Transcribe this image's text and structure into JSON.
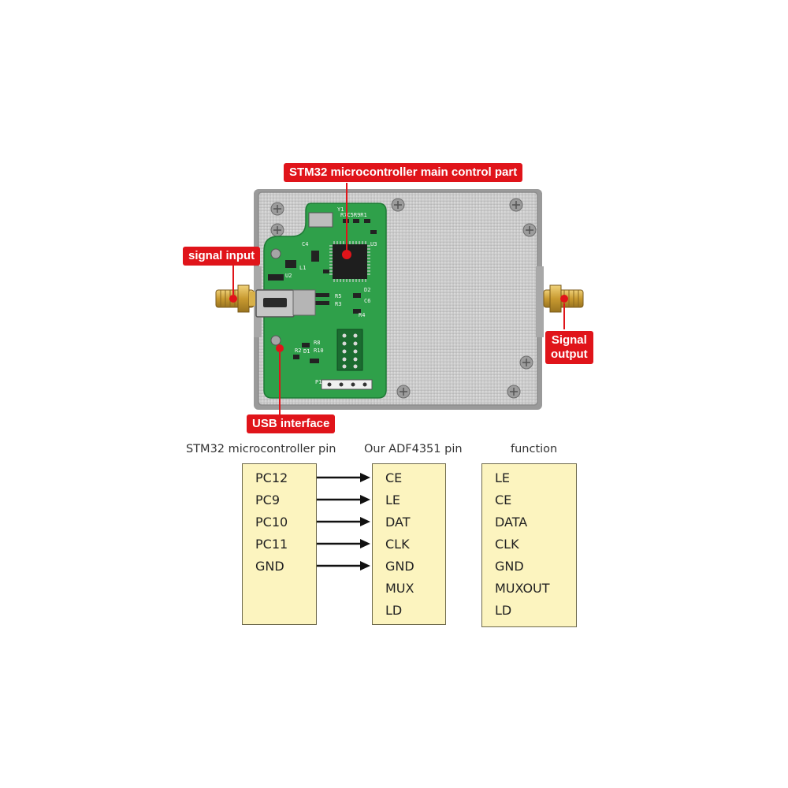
{
  "callouts": {
    "main_control": "STM32 microcontroller main control part",
    "signal_input": "signal input",
    "signal_output_line1": "Signal",
    "signal_output_line2": "output",
    "usb_interface": "USB interface"
  },
  "board_silkscreen": [
    "Y1",
    "R7C5R9R1",
    "U3",
    "C4",
    "U2",
    "L1",
    "D2",
    "R5",
    "R3",
    "R4",
    "C6",
    "R8",
    "R2",
    "R10",
    "D1",
    "P1"
  ],
  "pin_map": {
    "headers": {
      "stm32": "STM32 microcontroller pin",
      "adf": "Our ADF4351 pin",
      "function": "function"
    },
    "stm32_pins": [
      "PC12",
      "PC9",
      "PC10",
      "PC11",
      "GND"
    ],
    "adf_pins": [
      "CE",
      "LE",
      "DAT",
      "CLK",
      "GND",
      "MUX",
      "LD"
    ],
    "functions": [
      "LE",
      "CE",
      "DATA",
      "CLK",
      "GND",
      "MUXOUT",
      "LD"
    ],
    "connections": [
      [
        0,
        0
      ],
      [
        1,
        1
      ],
      [
        2,
        2
      ],
      [
        3,
        3
      ],
      [
        4,
        4
      ]
    ]
  },
  "colors": {
    "callout_red": "#e0141a",
    "box_fill": "#fcf4bf",
    "pcb_green": "#2fa04a",
    "enclosure_silver": "#c8c8c8",
    "sma_gold": "#d4a93c"
  }
}
